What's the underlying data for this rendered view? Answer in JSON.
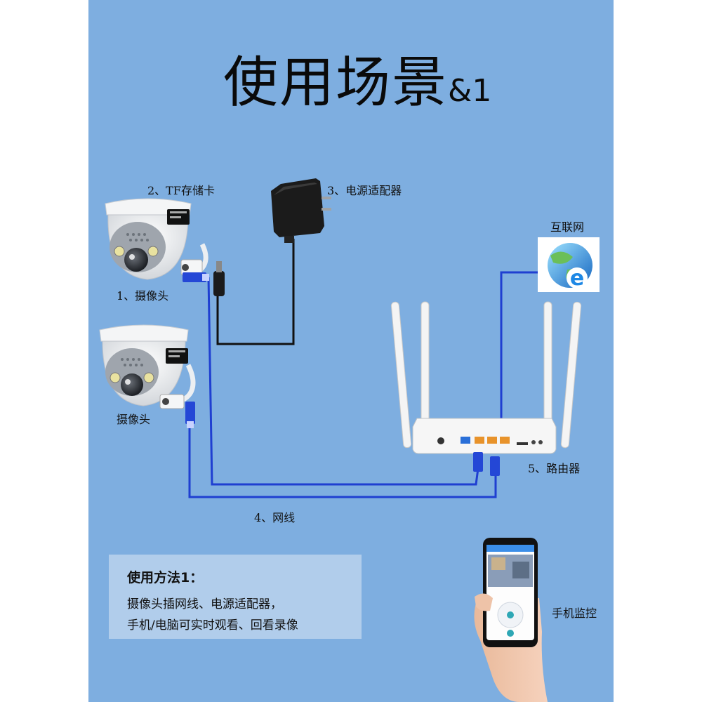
{
  "title": {
    "main": "使用场景",
    "suffix": "&1"
  },
  "labels": {
    "tf_card": "2、TF存储卡",
    "adapter": "3、电源适配器",
    "internet": "互联网",
    "camera1": "1、摄像头",
    "camera2": "摄像头",
    "router": "5、路由器",
    "cable": "4、网线",
    "phone": "手机监控"
  },
  "usage": {
    "heading": "使用方法1：",
    "lines": [
      "摄像头插网线、电源适配器，",
      "手机/电脑可实时观看、回看录像"
    ]
  },
  "colors": {
    "background": "#7eaee0",
    "cable": "#1f3fd1",
    "power_cord": "#111111",
    "usage_box": "#b1cdeb"
  },
  "icons": [
    "dome-camera",
    "tf-card",
    "power-adapter",
    "internet-explorer-icon",
    "router",
    "ethernet-plug",
    "smartphone"
  ]
}
